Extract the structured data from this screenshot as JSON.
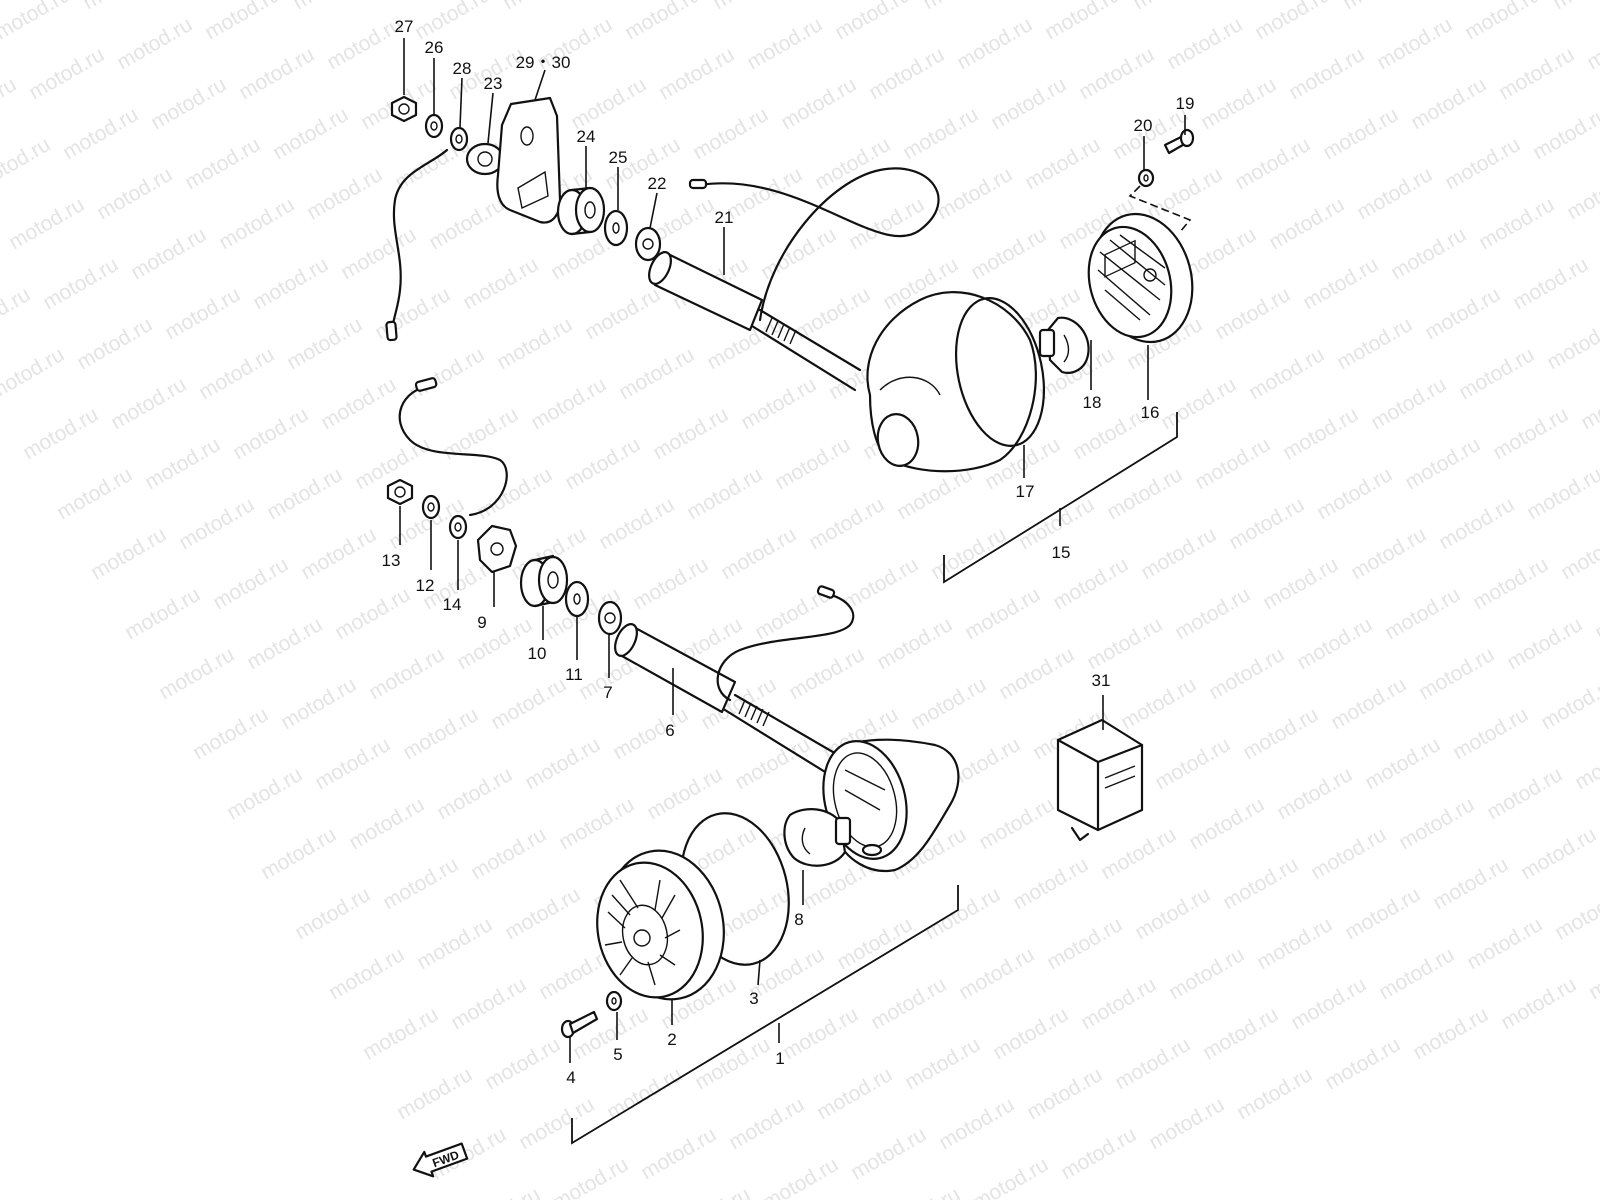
{
  "watermark": "motod.ru",
  "direction_label": "FWD",
  "callouts": {
    "c1": "1",
    "c2": "2",
    "c3": "3",
    "c4": "4",
    "c5": "5",
    "c6": "6",
    "c7": "7",
    "c8": "8",
    "c9": "9",
    "c10": "10",
    "c11": "11",
    "c12": "12",
    "c13": "13",
    "c14": "14",
    "c15": "15",
    "c16": "16",
    "c17": "17",
    "c18": "18",
    "c19": "19",
    "c20": "20",
    "c21": "21",
    "c22": "22",
    "c23": "23",
    "c24": "24",
    "c25": "25",
    "c26": "26",
    "c27": "27",
    "c28": "28",
    "c2930": "29・30",
    "c31": "31"
  }
}
